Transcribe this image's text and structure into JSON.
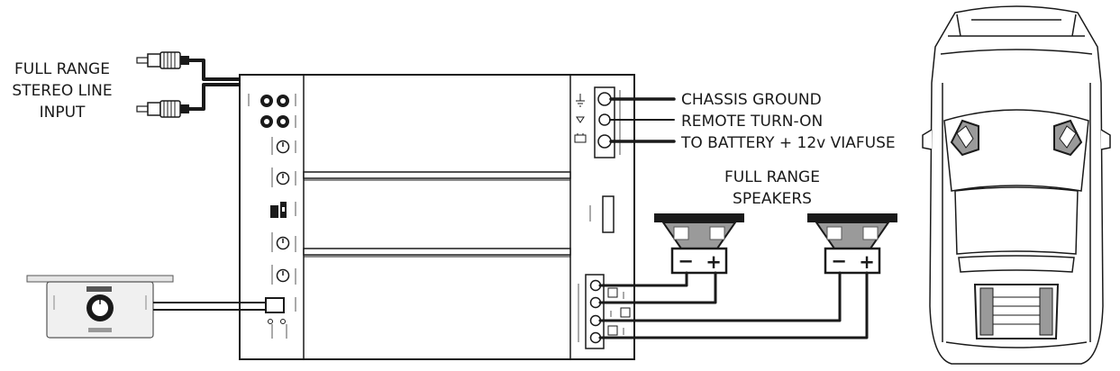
{
  "labels": {
    "input_line1": "FULL RANGE",
    "input_line2": "STEREO LINE",
    "input_line3": "INPUT",
    "chassis_ground": "CHASSIS GROUND",
    "remote_turn_on": "REMOTE TURN-ON",
    "battery": "TO BATTERY + 12v VIAFUSE",
    "speakers_line1": "FULL RANGE",
    "speakers_line2": "SPEAKERS"
  },
  "speaker_terminals": {
    "negative": "−",
    "positive": "+"
  },
  "icons": [
    "rca-plug-icon",
    "remote-knob-icon",
    "speaker-icon",
    "car-topview-icon",
    "ground-symbol-icon"
  ],
  "colors": {
    "ink": "#1a1a1a",
    "panel_fill": "#ffffff",
    "speaker_gray": "#9a9a9a",
    "remote_fill": "#f0f0f0"
  }
}
